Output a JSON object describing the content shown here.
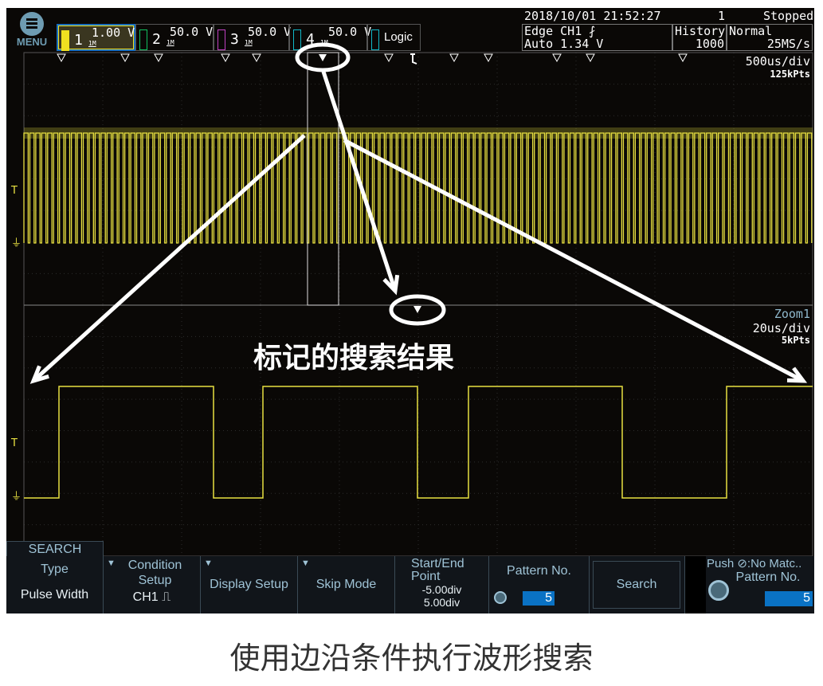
{
  "header": {
    "menu_label": "MENU",
    "datetime": "2018/10/01 21:52:27",
    "acq_count": "1",
    "status": "Stopped",
    "trigger_line1": "Edge CH1 ⨏",
    "trigger_line2": "Auto 1.34 V",
    "history_label": "History",
    "history_value": "1000",
    "mode_label": "Normal",
    "sample_rate": "25MS/s"
  },
  "channels": [
    {
      "num": "1",
      "scale": "1.00 V",
      "imp": "1M",
      "color": "#f0e020"
    },
    {
      "num": "2",
      "scale": "50.0 V",
      "imp": "1M",
      "color": "#10c060"
    },
    {
      "num": "3",
      "scale": "50.0 V",
      "imp": "1M",
      "color": "#c040c0"
    },
    {
      "num": "4",
      "scale": "50.0 V",
      "imp": "1M",
      "color": "#10b8c8"
    },
    {
      "num": "Logic",
      "color": "#10b8c8"
    }
  ],
  "main": {
    "timebase": "500us/div",
    "points": "125kPts"
  },
  "zoom": {
    "label": "Zoom1",
    "timebase": "20us/div",
    "points": "5kPts"
  },
  "annotation": "标记的搜索结果",
  "search_menu": {
    "tab": "SEARCH",
    "type_label": "Type",
    "type_value": "Pulse Width",
    "condition_label": "Condition Setup",
    "condition_value": "CH1 ⎍",
    "display_setup": "Display Setup",
    "skip_mode": "Skip Mode",
    "startend_label": "Start/End Point",
    "start": "-5.00div",
    "end": "5.00div",
    "pattern_label": "Pattern No.",
    "pattern_value": "5",
    "search_button": "Search",
    "push_hint": "Push ⊘:No Matc..",
    "pattern_label2": "Pattern No.",
    "pattern_value2": "5"
  },
  "caption": "使用边沿条件执行波形搜索"
}
